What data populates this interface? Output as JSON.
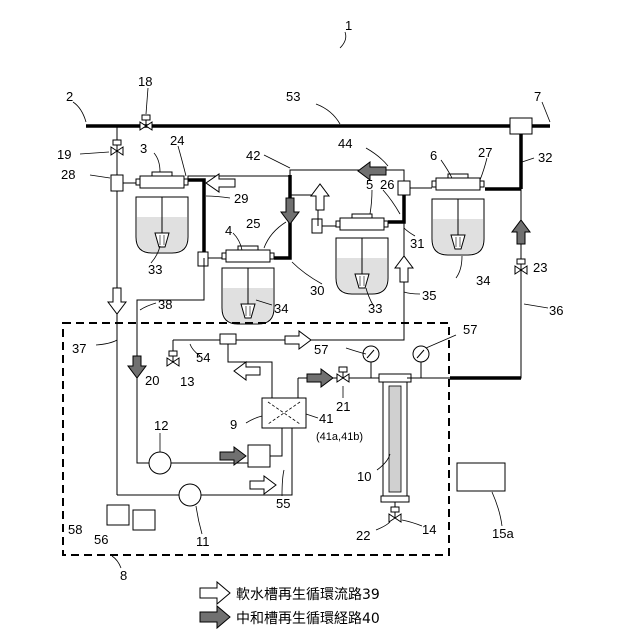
{
  "labels": {
    "system": "1",
    "n2": "2",
    "n3": "3",
    "n4": "4",
    "n5": "5",
    "n6": "6",
    "n7": "7",
    "n8": "8",
    "n9": "9",
    "n10": "10",
    "n11": "11",
    "n12": "12",
    "n13": "13",
    "n14": "14",
    "n15a": "15a",
    "n18": "18",
    "n19": "19",
    "n20": "20",
    "n21": "21",
    "n22": "22",
    "n23": "23",
    "n24": "24",
    "n25": "25",
    "n26": "26",
    "n27": "27",
    "n28": "28",
    "n29": "29",
    "n30": "30",
    "n31": "31",
    "n32": "32",
    "n33a": "33",
    "n33b": "33",
    "n34a": "34",
    "n34b": "34",
    "n35": "35",
    "n36": "36",
    "n37": "37",
    "n38": "38",
    "n41": "41",
    "n41ab": "(41a,41b)",
    "n42": "42",
    "n44": "44",
    "n53": "53",
    "n54": "54",
    "n55": "55",
    "n56": "56",
    "n57a": "57",
    "n57b": "57",
    "n58": "58"
  },
  "legend": {
    "white_arrow": "軟水槽再生循環流路39",
    "gray_arrow": "中和槽再生循環経路40"
  },
  "colors": {
    "line": "#000000",
    "gray_arrow": "#707070",
    "white_arrow": "#ffffff",
    "tank_fill": "#e0e0e0"
  }
}
